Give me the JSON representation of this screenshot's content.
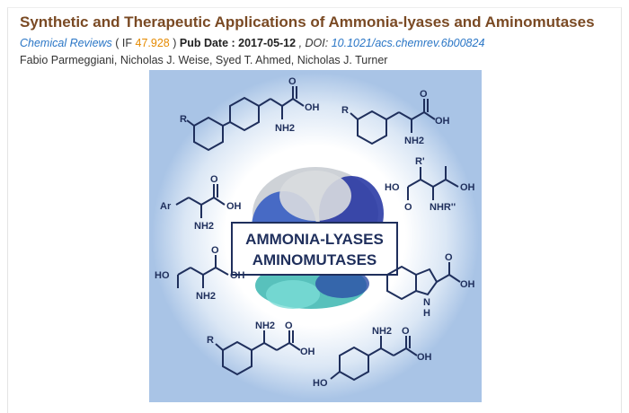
{
  "article": {
    "title": "Synthetic and Therapeutic Applications of Ammonia-lyases and Aminomutases",
    "journal": "Chemical Reviews",
    "if_open": " ( IF ",
    "impact_factor": "47.928",
    "if_close": " ) ",
    "pub_date_label": "Pub Date : 2017-05-12",
    "doi_label": " , DOI: ",
    "doi": "10.1021/acs.chemrev.6b00824",
    "authors": "Fabio Parmeggiani, Nicholas J. Weise, Syed T. Ahmed, Nicholas J. Turner"
  },
  "graphic": {
    "line1": "AMMONIA-LYASES",
    "line2": "AMINOMUTASES",
    "labels": {
      "r": "R",
      "oh": "OH",
      "nh2": "NH2",
      "ar": "Ar",
      "ho": "HO",
      "o": "O",
      "n": "N",
      "h": "H",
      "r_prime": "R'",
      "nhr": "NHR''"
    }
  },
  "colors": {
    "title": "#7a4a24",
    "link": "#2a76c6",
    "impact": "#e58a00",
    "graphic_bg": "#a9c4e6",
    "molecule": "#1f2f5c"
  }
}
